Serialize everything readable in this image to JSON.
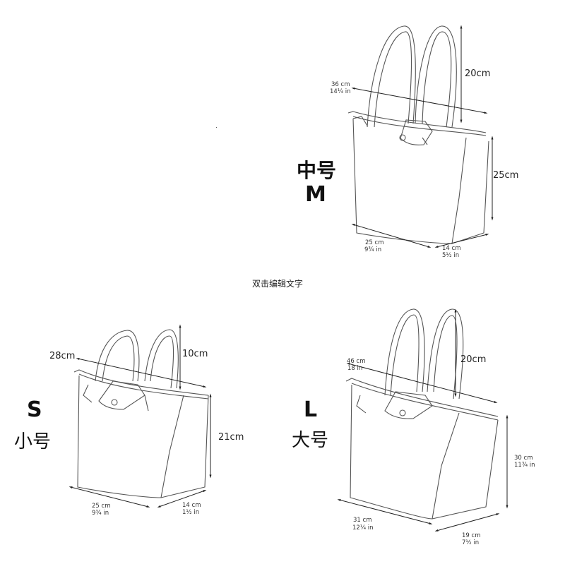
{
  "caption": "双击编辑文字",
  "bags": {
    "medium": {
      "size_cn": "中号",
      "size_letter": "M",
      "handle_drop": "20cm",
      "handle_length_cm": "36 cm",
      "handle_length_in": "14¼ in",
      "height": "25cm",
      "width_cm": "25 cm",
      "width_in": "9¾ in",
      "depth_cm": "14 cm",
      "depth_in": "5½ in"
    },
    "small": {
      "size_cn": "小号",
      "size_letter": "S",
      "handle_drop": "10cm",
      "handle_length": "28cm",
      "height": "21cm",
      "width_cm": "25 cm",
      "width_in": "9¾ in",
      "depth_cm": "14 cm",
      "depth_in": "1½ in"
    },
    "large": {
      "size_cn": "大号",
      "size_letter": "L",
      "handle_drop": "20cm",
      "handle_length_cm": "46 cm",
      "handle_length_in": "18 in",
      "height_cm": "30 cm",
      "height_in": "11¾ in",
      "width_cm": "31 cm",
      "width_in": "12¼ in",
      "depth_cm": "19 cm",
      "depth_in": "7½ in"
    }
  }
}
